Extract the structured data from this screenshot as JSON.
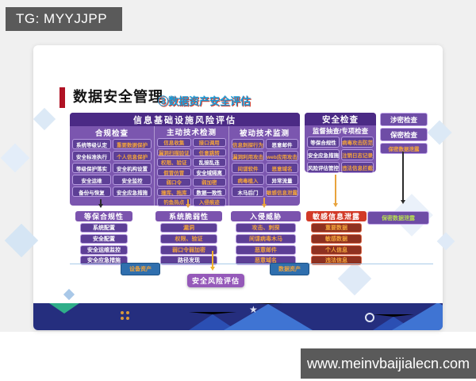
{
  "banners": {
    "tg": "TG: MYYJJPP",
    "site": "www.meinvbaijialecn.com"
  },
  "slide": {
    "title": "数据安全管理",
    "subtitle": "③数据资产安全评估"
  },
  "infra": {
    "header": "信息基础设施风险评估",
    "columns": [
      {
        "header": "合规检查",
        "sub": [
          [
            {
              "t": "系统等级认定",
              "c": "w"
            },
            {
              "t": "安全标准执行",
              "c": "w"
            },
            {
              "t": "等级保护落实",
              "c": "w"
            },
            {
              "t": "安全运维",
              "c": "w"
            },
            {
              "t": "备份与恢复",
              "c": "w"
            }
          ],
          [
            {
              "t": "重要数据保护",
              "c": "o"
            },
            {
              "t": "个人信息保护",
              "c": "o"
            },
            {
              "t": "安全机构设置",
              "c": "w"
            },
            {
              "t": "安全监控",
              "c": "w"
            },
            {
              "t": "安全应急措施",
              "c": "w"
            }
          ]
        ]
      },
      {
        "header": "主动技术检测",
        "sub": [
          [
            {
              "t": "信息收集",
              "c": "o"
            },
            {
              "t": "漏洞扫描验证",
              "c": "o"
            },
            {
              "t": "权限、验证",
              "c": "o"
            },
            {
              "t": "假冒仿冒",
              "c": "o"
            },
            {
              "t": "弱口令",
              "c": "o"
            },
            {
              "t": "撞库、拖库",
              "c": "o"
            },
            {
              "t": "钓鱼热点",
              "c": "o"
            }
          ],
          [
            {
              "t": "接口调用",
              "c": "o"
            },
            {
              "t": "任意跳转",
              "c": "o"
            },
            {
              "t": "乱接乱连",
              "c": "w"
            },
            {
              "t": "安全域隔离",
              "c": "w"
            },
            {
              "t": "弱加密",
              "c": "o"
            },
            {
              "t": "数据一致性",
              "c": "w"
            },
            {
              "t": "入侵痕迹",
              "c": "o"
            }
          ]
        ]
      },
      {
        "header": "被动技术监测",
        "sub": [
          [
            {
              "t": "信息刺探行为",
              "c": "o"
            },
            {
              "t": "漏洞利用攻击",
              "c": "o"
            },
            {
              "t": "间谍软件",
              "c": "o"
            },
            {
              "t": "病毒植入",
              "c": "o"
            },
            {
              "t": "木马后门",
              "c": "w"
            }
          ],
          [
            {
              "t": "恶意邮件",
              "c": "w"
            },
            {
              "t": "web应用攻击",
              "c": "o"
            },
            {
              "t": "恶意域名",
              "c": "o"
            },
            {
              "t": "异常流量",
              "c": "w"
            },
            {
              "t": "敏感信息泄露",
              "c": "o"
            }
          ]
        ]
      }
    ]
  },
  "security_check": {
    "header": "安全检查",
    "subheader": "监督抽查/专项检查",
    "sub": [
      [
        {
          "t": "等保合规性",
          "c": "w"
        },
        {
          "t": "安全应急措施",
          "c": "w"
        },
        {
          "t": "风险评估管控",
          "c": "w"
        }
      ],
      [
        {
          "t": "病毒攻击防范",
          "c": "o"
        },
        {
          "t": "注销日志记录",
          "c": "o"
        },
        {
          "t": "违法信息拦截",
          "c": "o"
        }
      ]
    ]
  },
  "secrecy": {
    "items": [
      "涉密检查",
      "保密检查",
      "保密数据泄露"
    ]
  },
  "row2": [
    {
      "header": "等保合规性",
      "items": [
        {
          "t": "系统配置",
          "c": "w"
        },
        {
          "t": "安全配置",
          "c": "w"
        },
        {
          "t": "安全运维监控",
          "c": "w"
        },
        {
          "t": "安全应急措施",
          "c": "w"
        }
      ]
    },
    {
      "header": "系统脆弱性",
      "items": [
        {
          "t": "漏洞",
          "c": "o"
        },
        {
          "t": "权限、验证",
          "c": "o"
        },
        {
          "t": "弱口令弱加密",
          "c": "o"
        },
        {
          "t": "路径发现",
          "c": "w"
        }
      ]
    },
    {
      "header": "入侵威胁",
      "items": [
        {
          "t": "攻击、刺探",
          "c": "o"
        },
        {
          "t": "间谍病毒木马",
          "c": "o"
        },
        {
          "t": "恶意邮件",
          "c": "o"
        },
        {
          "t": "恶意域名",
          "c": "o"
        }
      ]
    },
    {
      "header": "敏感信息泄露",
      "items": [
        {
          "t": "重要数据",
          "c": "o"
        },
        {
          "t": "敏感数据",
          "c": "o"
        },
        {
          "t": "个人信息",
          "c": "o"
        },
        {
          "t": "违法信息",
          "c": "o"
        }
      ]
    }
  ],
  "leak_box": "保密数据泄露",
  "bottom": {
    "device": "设备资产",
    "data_asset": "数据资产",
    "risk": "安全风险评估"
  },
  "colors": {
    "panel_purple": "#7b56af",
    "panel_header_purple": "#4b2a85",
    "item_purple": "#5d3f96",
    "orange_text": "#f2a33c",
    "red_header": "#d23a28",
    "red_item": "#8e3120",
    "blue_pill": "#2f6fae",
    "green_text": "#b5dc52",
    "accent_red": "#b01224",
    "subtitle_blue": "#1b9cd8",
    "band_navy": "#252e7e",
    "banner_gray": "#5a5a5a"
  }
}
